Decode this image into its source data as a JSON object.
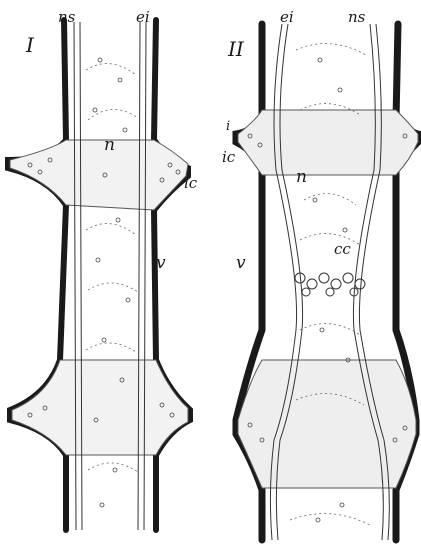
{
  "figure": {
    "panel_one": {
      "numeral": "I",
      "labels": {
        "ns": "ns",
        "ei": "ei",
        "n": "n",
        "ic": "ic",
        "v": "v"
      }
    },
    "panel_two": {
      "numeral": "II",
      "labels": {
        "ei": "ei",
        "ns": "ns",
        "i": "i",
        "ic": "ic",
        "n": "n",
        "cc": "cc",
        "v": "v"
      }
    }
  },
  "colors": {
    "ink": "#1a1a1a",
    "paper": "#ffffff"
  }
}
